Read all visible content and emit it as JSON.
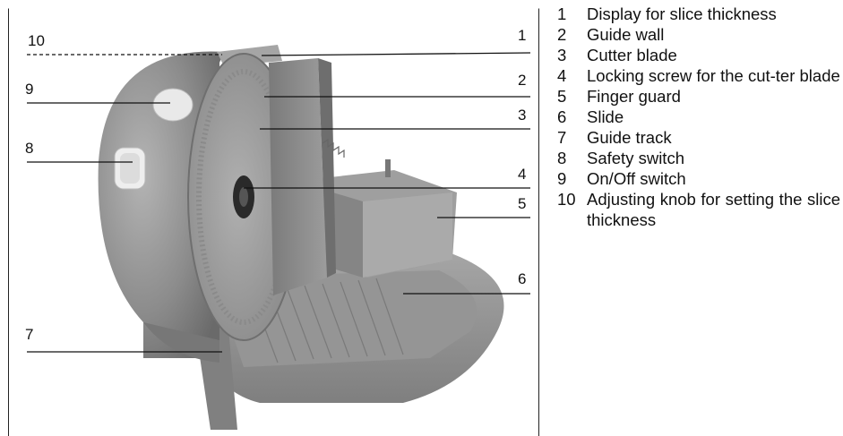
{
  "callouts": {
    "c1": "1",
    "c2": "2",
    "c3": "3",
    "c4": "4",
    "c5": "5",
    "c6": "6",
    "c7": "7",
    "c8": "8",
    "c9": "9",
    "c10": "10"
  },
  "legend": [
    {
      "num": "1",
      "text": "Display for slice thickness"
    },
    {
      "num": "2",
      "text": "Guide wall"
    },
    {
      "num": "3",
      "text": "Cutter blade"
    },
    {
      "num": "4",
      "text": "Locking screw for the cut-ter blade"
    },
    {
      "num": "5",
      "text": "Finger guard"
    },
    {
      "num": "6",
      "text": "Slide"
    },
    {
      "num": "7",
      "text": "Guide track"
    },
    {
      "num": "8",
      "text": "Safety switch"
    },
    {
      "num": "9",
      "text": "On/Off switch"
    },
    {
      "num": "10",
      "text": "Adjusting knob for setting the slice thickness"
    }
  ],
  "colors": {
    "body": "#8e8e8e",
    "body_dark": "#6f6f6f",
    "body_light": "#a8a8a8",
    "blade": "#9a9a9a",
    "switch": "#e8e8e8"
  }
}
